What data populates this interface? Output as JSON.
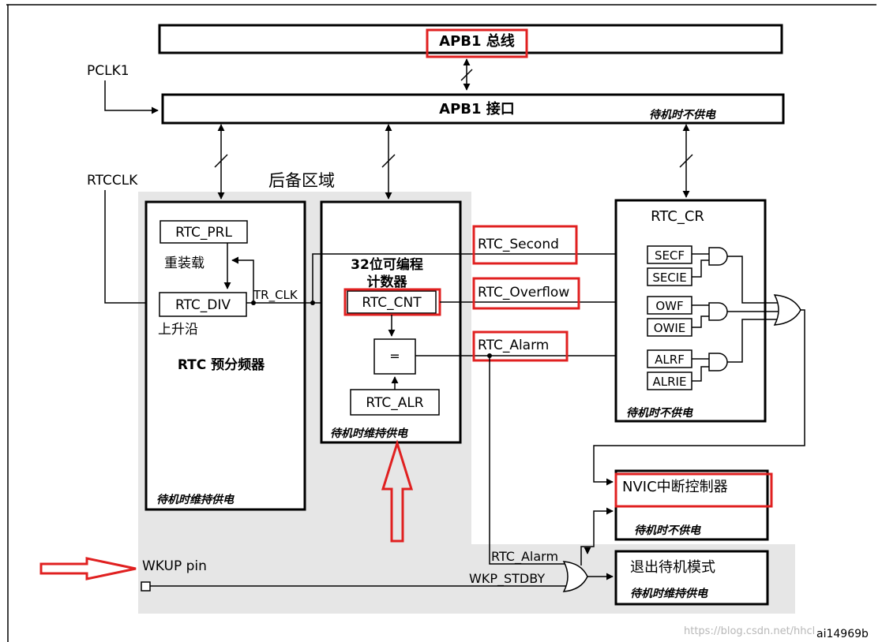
{
  "labels": {
    "apb1_bus": "APB1 总线",
    "apb1_interface": "APB1 接口",
    "standby_no_power": "待机时不供电",
    "standby_powered": "待机时维持供电",
    "backup_domain": "后备区域",
    "pclk1": "PCLK1",
    "rtcclk": "RTCCLK",
    "rtc_prl": "RTC_PRL",
    "reload": "重装载",
    "rtc_div": "RTC_DIV",
    "rising_edge": "上升沿",
    "prescaler": "RTC 预分频器",
    "tr_clk": "TR_CLK",
    "counter_line1": "32位可编程",
    "counter_line2": "计数器",
    "rtc_cnt": "RTC_CNT",
    "compare": "=",
    "rtc_alr": "RTC_ALR",
    "rtc_second": "RTC_Second",
    "rtc_overflow": "RTC_Overflow",
    "rtc_alarm": "RTC_Alarm",
    "rtc_cr": "RTC_CR",
    "secf": "SECF",
    "secie": "SECIE",
    "owf": "OWF",
    "owie": "OWIE",
    "alrf": "ALRF",
    "alrie": "ALRIE",
    "nvic": "NVIC中断控制器",
    "exit_standby": "退出待机模式",
    "wkup_pin": "WKUP pin",
    "wkp_stdby": "WKP_STDBY",
    "rtc_alarm2": "RTC_Alarm",
    "figure_id": "ai14969b",
    "watermark": "https://blog.csdn.net/hhcl"
  },
  "colors": {
    "highlight": "#e02020",
    "backup_area": "#e6e6e6",
    "line": "#000000"
  }
}
